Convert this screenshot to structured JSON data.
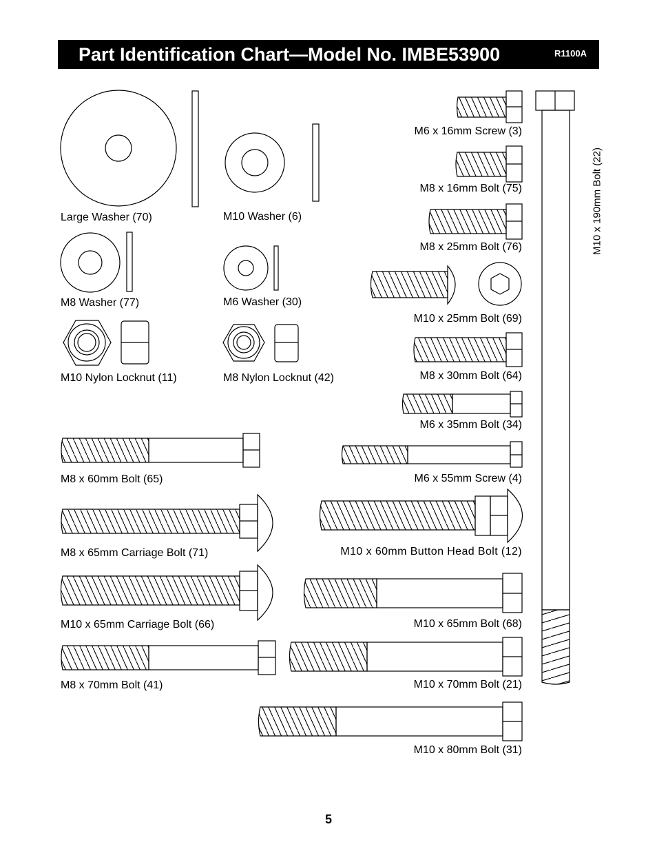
{
  "header": {
    "title": "Part Identification Chart—Model No. IMBE53900",
    "code": "R1100A"
  },
  "parts": {
    "large_washer": "Large Washer (70)",
    "m10_washer": "M10 Washer (6)",
    "m8_washer": "M8 Washer (77)",
    "m6_washer": "M6 Washer (30)",
    "m10_locknut": "M10 Nylon Locknut (11)",
    "m8_locknut": "M8 Nylon Locknut (42)",
    "m6_16_screw": "M6 x 16mm Screw (3)",
    "m8_16_bolt": "M8 x 16mm Bolt (75)",
    "m8_25_bolt": "M8 x 25mm Bolt (76)",
    "m10_25_bolt": "M10 x 25mm Bolt (69)",
    "m8_30_bolt": "M8 x 30mm Bolt (64)",
    "m6_35_bolt": "M6 x 35mm Bolt (34)",
    "m8_60_bolt": "M8 x 60mm Bolt (65)",
    "m6_55_screw": "M6 x 55mm Screw (4)",
    "m8_65_carriage": "M8 x 65mm Carriage Bolt (71)",
    "m10_60_button": "M10 x 60mm Button Head Bolt (12)",
    "m10_65_carriage": "M10 x 65mm Carriage Bolt (66)",
    "m10_65_bolt": "M10 x 65mm Bolt (68)",
    "m8_70_bolt": "M8 x 70mm Bolt (41)",
    "m10_70_bolt": "M10 x 70mm Bolt (21)",
    "m10_80_bolt": "M10 x 80mm Bolt (31)",
    "m10_190_bolt": "M10 x 190mm Bolt (22)"
  },
  "footer": {
    "page_number": "5"
  }
}
